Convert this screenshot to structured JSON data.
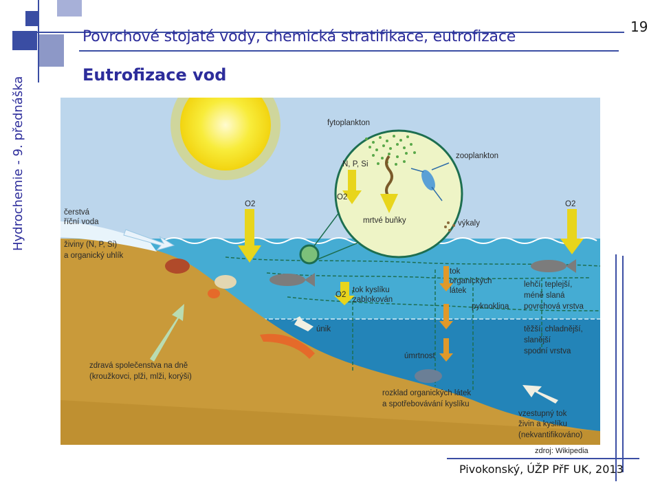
{
  "header": {
    "title": "Povrchové stojaté vody, chemická stratifikace, eutrofizace",
    "page_number": "19",
    "subtitle": "Eutrofizace vod",
    "side_label": "Hydrochemie - 9. přednáška"
  },
  "diagram": {
    "labels": {
      "fytoplankton": "fytoplankton",
      "zooplankton": "zooplankton",
      "nutrients_circle": "N, P, Si",
      "o2_circle": "O2",
      "dead_cells": "mrtvé buňky",
      "feces": "výkaly",
      "o2_left": "O2",
      "o2_right": "O2",
      "fresh_water_1": "čerstvá",
      "fresh_water_2": "říční voda",
      "nutrients_1": "živiny (N, P, Si)",
      "nutrients_2": "a organický uhlík",
      "o2_blocked": "O2",
      "oxygen_flow_1": "tok kyslíku",
      "oxygen_flow_2": "zablokován",
      "organic_flow_1": "tok",
      "organic_flow_2": "organických",
      "organic_flow_3": "látek",
      "pycnocline": "pyknoklina",
      "surface_1": "lehčí, teplejší,",
      "surface_2": "méně slaná",
      "surface_3": "povrchová vrstva",
      "escape": "únik",
      "bottom_1": "těžší, chladnější,",
      "bottom_2": "slanější",
      "bottom_3": "spodní vrstva",
      "mortality": "úmrtnost",
      "benthos_1": "zdravá společenstva na dně",
      "benthos_2": "(kroužkovci, plži, mlži, korýši)",
      "decomp_1": "rozklad organických látek",
      "decomp_2": "a spotřebovávání kyslíku",
      "upwelling_1": "vzestupný tok",
      "upwelling_2": "živin a kyslíku",
      "upwelling_3": "(nekvantifikováno)"
    }
  },
  "source": "zdroj: Wikipedia",
  "footer": "Pivokonský, ÚŽP PřF UK, 2013",
  "colors": {
    "accent": "#2d2d9b",
    "sky": "#bcd4ea",
    "surface_water": "#3fa9cf",
    "bottom_water": "#1f7fb3",
    "sediment": "#c99a3a",
    "sun": "#f6e21a",
    "arrow": "#e8d51c"
  }
}
